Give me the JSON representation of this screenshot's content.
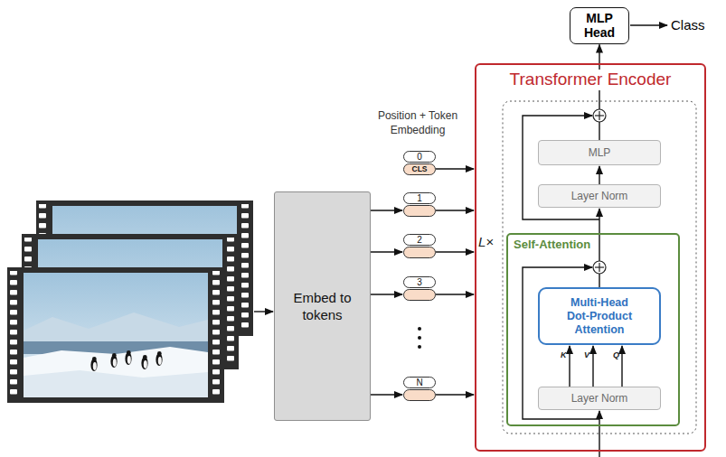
{
  "diagram": {
    "nodes": [
      {
        "text": [
          "MLP Head"
        ]
      },
      {
        "text": [
          "Transformer Encoder"
        ]
      },
      {
        "text": [
          "MLP"
        ],
        "in": 1
      },
      {
        "text": [
          "Layer Norm"
        ],
        "in": 1
      },
      {
        "text": [
          "Self-Attention"
        ],
        "in": 1
      },
      {
        "text": [
          "Multi-Head Dot-Product Attention"
        ],
        "in": 4
      },
      {
        "text": [
          "Layer Norm"
        ],
        "in": 4
      },
      {
        "text": [
          "Embed to tokens"
        ]
      },
      {
        "text": [
          "0",
          "CLS"
        ]
      },
      {
        "text": [
          "1"
        ]
      },
      {
        "text": [
          "2"
        ]
      },
      {
        "text": [
          "3"
        ]
      },
      {
        "text": [
          "N"
        ]
      }
    ],
    "edges": [
      {
        "from": 7,
        "to": 9,
        "arrow": "to"
      },
      {
        "from": 7,
        "to": 10,
        "arrow": "to"
      },
      {
        "from": 7,
        "to": 11,
        "arrow": "to"
      },
      {
        "from": 7,
        "to": 12,
        "arrow": "to"
      },
      {
        "from": 8,
        "to": 1,
        "arrow": "to"
      },
      {
        "from": 9,
        "to": 1,
        "arrow": "to"
      },
      {
        "from": 10,
        "to": 1,
        "arrow": "to"
      },
      {
        "from": 11,
        "to": 1,
        "arrow": "to"
      },
      {
        "from": 12,
        "to": 1,
        "arrow": "to"
      },
      {
        "from": 6,
        "to": 5,
        "label": "K",
        "arrow": "to"
      },
      {
        "from": 6,
        "to": 5,
        "label": "V",
        "arrow": "to"
      },
      {
        "from": 6,
        "to": 5,
        "label": "Q",
        "arrow": "to"
      },
      {
        "from": 5,
        "to": 3,
        "arrow": "to"
      },
      {
        "from": 3,
        "to": 2,
        "arrow": "to"
      },
      {
        "from": 2,
        "to": 0,
        "arrow": "to"
      }
    ],
    "labels": [
      "Class",
      "Position + Token Embedding",
      "L×"
    ]
  }
}
